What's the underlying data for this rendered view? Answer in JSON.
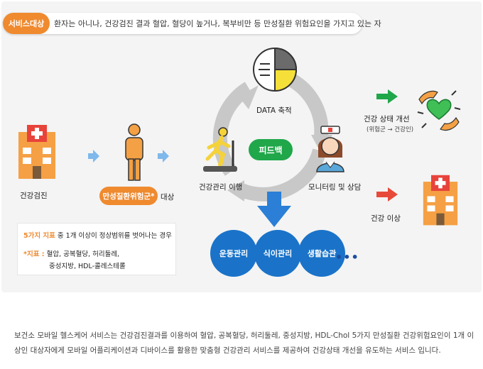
{
  "header": {
    "tag": "서비스대상",
    "text": "환자는 아니나, 건강검진 결과 혈압, 혈당이 높거나, 복부비만 등 만성질환 위험요인을 가지고 있는 자"
  },
  "left": {
    "checkup_label": "건강검진",
    "chronic_pill": "만성질환위험군*",
    "target_label": "대상",
    "criteria_highlight": "5가지 지표",
    "criteria_text": " 중 1개 이상이 정상범위를 벗어나는 경우",
    "indicator_prefix": "*지표 :",
    "indicator_line1": " 혈압, 공복혈당, 허리둘레,",
    "indicator_line2": "중성지방, HDL-콜레스테롤"
  },
  "cycle": {
    "data_label": "DATA 축적",
    "feedback": "피드백",
    "exercise_label": "건강관리 이행",
    "monitoring_label": "모니터링 및 상담"
  },
  "programs": {
    "items": [
      "운동관리",
      "식이관리",
      "생활습관"
    ],
    "more": "•••"
  },
  "right": {
    "improve_label": "건강 상태 개선",
    "improve_sub": "(위험군 → 건강인)",
    "abnormal_label": "건강 이상"
  },
  "description": "보건소 모바일 헬스케어 서비스는 건강검진결과를 이용하여 혈압, 공복혈당, 허리둘레, 중성지방, HDL-Chol 5가지 만성질환 건강위험요인이 1개 이상인 대상자에게 모바일 어플리케이션과 디바이스를 활용한 맞춤형 건강관리 서비스를 제공하여 건강상태 개선을 유도하는 서비스 입니다.",
  "colors": {
    "orange": "#ef8a2f",
    "green": "#1fa74a",
    "blue": "#1a73c9",
    "red": "#e84a3a"
  }
}
